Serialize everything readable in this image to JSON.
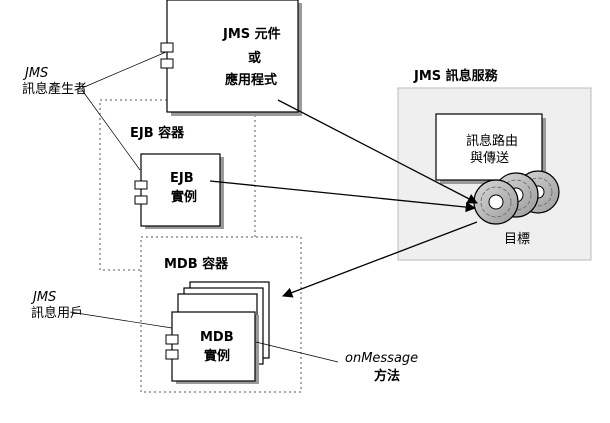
{
  "producer_label": {
    "line1": "JMS",
    "line2": "訊息產生者"
  },
  "jms_component": {
    "line1": "JMS 元件",
    "line2": "或",
    "line3": "應用程式"
  },
  "ejb_container": {
    "title": "EJB 容器",
    "instance_line1": "EJB",
    "instance_line2": "實例"
  },
  "mdb_container": {
    "title": "MDB 容器",
    "instance_line1": "MDB",
    "instance_line2": "實例"
  },
  "consumer_label": {
    "line1": "JMS",
    "line2": "訊息用戶"
  },
  "on_message_label": {
    "line1": "onMessage",
    "line2": "方法"
  },
  "jms_service": {
    "title": "JMS 訊息服務",
    "routing_line1": "訊息路由",
    "routing_line2": "與傳送",
    "destination": "目標"
  }
}
